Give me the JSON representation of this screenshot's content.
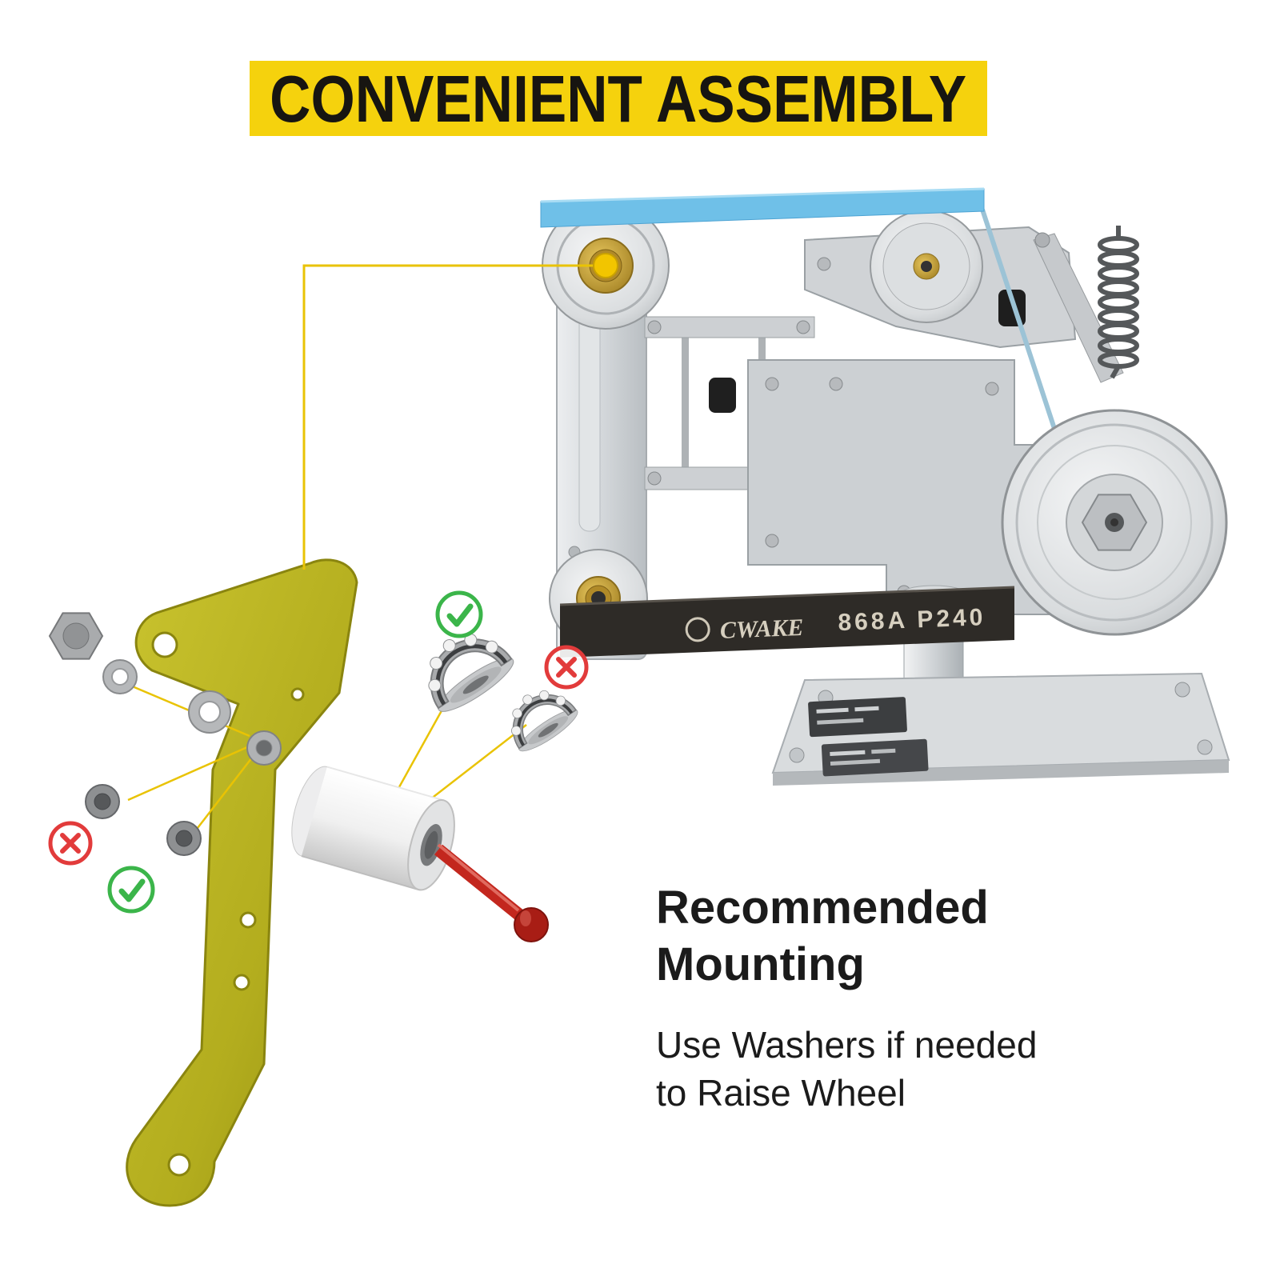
{
  "banner": {
    "label": "CONVENIENT ASSEMBLY"
  },
  "machine": {
    "belt_brand": "CWAKE",
    "belt_label": "868A  P240"
  },
  "callout": {
    "title_line1": "Recommended",
    "title_line2": "Mounting",
    "body_line1": "Use Washers if needed",
    "body_line2": "to Raise Wheel"
  },
  "icons": {
    "good_icon": "✓",
    "bad_icon": "✕",
    "callout_dot": "bearing-position-marker"
  },
  "colors": {
    "banner_bg": "#F5D20D",
    "banner_text": "#171511",
    "accent_line": "#E9C304",
    "bracket_olive": "#B3AD1E",
    "axle_red": "#C3271E",
    "belt_blue": "#6FC0E8",
    "good_green": "#3BB54A",
    "bad_red": "#E23B3B"
  }
}
